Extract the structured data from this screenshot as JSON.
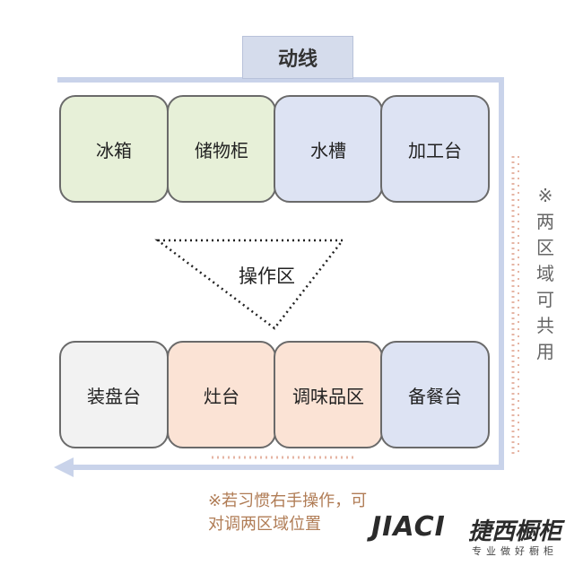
{
  "title": "动线",
  "top_row": [
    {
      "label": "冰箱",
      "color": "#e7f0d8"
    },
    {
      "label": "储物柜",
      "color": "#e7f0d8"
    },
    {
      "label": "水槽",
      "color": "#dde3f3"
    },
    {
      "label": "加工台",
      "color": "#dde3f3"
    }
  ],
  "bottom_row": [
    {
      "label": "装盘台",
      "color": "#f2f2f2"
    },
    {
      "label": "灶台",
      "color": "#fbe3d5"
    },
    {
      "label": "调味品区",
      "color": "#fbe3d5"
    },
    {
      "label": "备餐台",
      "color": "#dde3f3"
    }
  ],
  "zone_label": "操作区",
  "side_note": [
    "※",
    "两",
    "区",
    "域",
    "可",
    "共",
    "用"
  ],
  "bottom_note": "※若习惯右手操作，可对调两区域位置",
  "logo": {
    "main": "JIACI",
    "cn": "捷西橱柜",
    "sub": "专业做好橱柜"
  }
}
